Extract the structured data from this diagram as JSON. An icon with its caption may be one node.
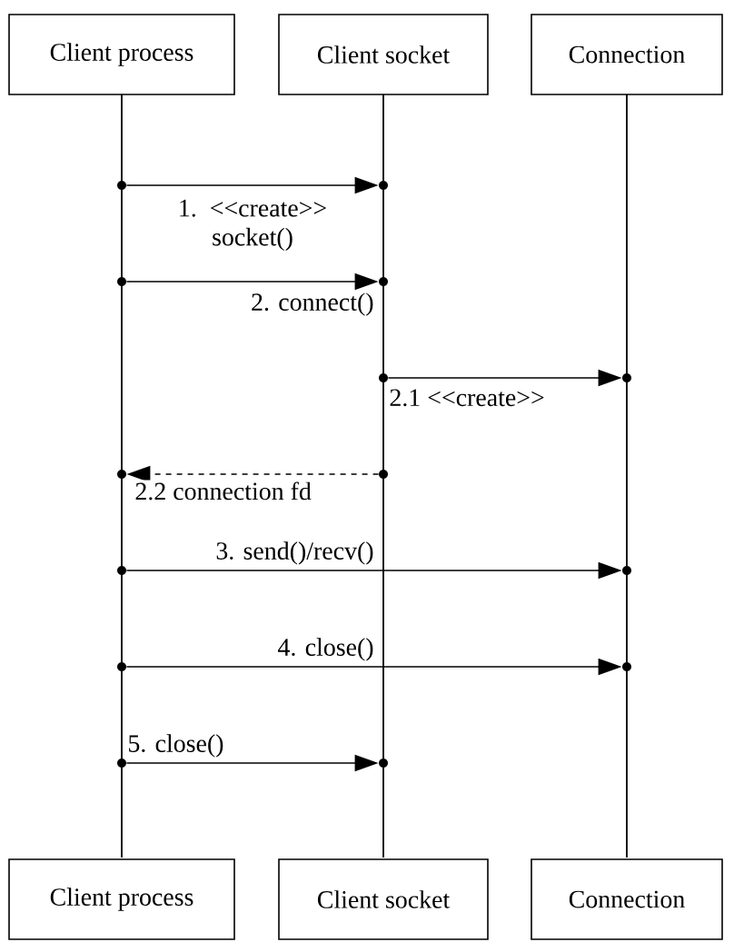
{
  "diagram": {
    "nodes": [
      {
        "text": [
          "Client process"
        ]
      },
      {
        "text": [
          "Client socket"
        ]
      },
      {
        "text": [
          "Connection"
        ]
      },
      {
        "text": [],
        "shape": "bar"
      },
      {
        "text": [],
        "shape": "bar"
      },
      {
        "text": [],
        "shape": "bar"
      },
      {
        "text": [
          "Client process"
        ]
      },
      {
        "text": [
          "Client socket"
        ]
      },
      {
        "text": [
          "Connection"
        ]
      },
      {
        "text": [],
        "shape": "circle"
      },
      {
        "text": [],
        "shape": "circle"
      },
      {
        "text": [],
        "shape": "circle"
      },
      {
        "text": [],
        "shape": "circle"
      },
      {
        "text": [],
        "shape": "circle"
      },
      {
        "text": [],
        "shape": "circle"
      },
      {
        "text": [],
        "shape": "circle"
      },
      {
        "text": [],
        "shape": "circle"
      },
      {
        "text": [],
        "shape": "circle"
      },
      {
        "text": [],
        "shape": "circle"
      },
      {
        "text": [],
        "shape": "circle"
      },
      {
        "text": [],
        "shape": "circle"
      },
      {
        "text": [],
        "shape": "circle"
      },
      {
        "text": [],
        "shape": "circle"
      }
    ],
    "edges": [
      {
        "from": 9,
        "to": 10,
        "arrow": "to",
        "label": "1. <<create>> socket()"
      },
      {
        "from": 11,
        "to": 12,
        "arrow": "to",
        "label": "2. connect()"
      },
      {
        "from": 13,
        "to": 14,
        "arrow": "to",
        "label": "2.1 <<create>>"
      },
      {
        "from": 16,
        "to": 15,
        "arrow": "to",
        "style": "dashed",
        "label": "2.2 connection fd"
      },
      {
        "from": 17,
        "to": 18,
        "arrow": "to",
        "label": "3. send()/recv()"
      },
      {
        "from": 19,
        "to": 20,
        "arrow": "to",
        "label": "4. close()"
      },
      {
        "from": 21,
        "to": 22,
        "arrow": "to",
        "label": "5. close()"
      }
    ]
  }
}
